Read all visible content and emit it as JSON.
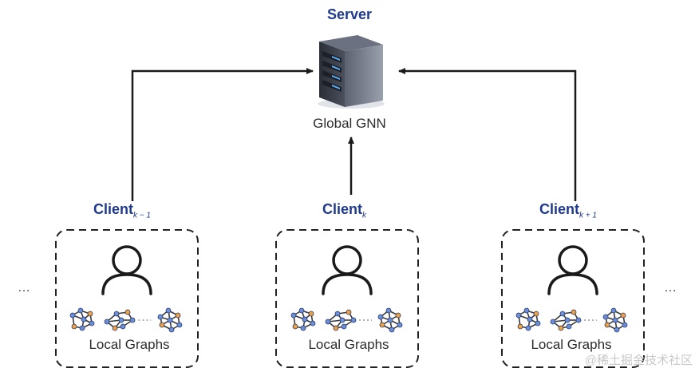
{
  "server": {
    "title": "Server",
    "model_label": "Global GNN"
  },
  "clients": [
    {
      "name": "Client",
      "subscript": "k − 1",
      "local_label": "Local Graphs"
    },
    {
      "name": "Client",
      "subscript": "k",
      "local_label": "Local Graphs"
    },
    {
      "name": "Client",
      "subscript": "k + 1",
      "local_label": "Local Graphs"
    }
  ],
  "ellipsis": "…",
  "watermark": "@稀土掘金技术社区",
  "colors": {
    "label_blue": "#1f3a8a",
    "arrow": "#1a1a1a",
    "node_blue": "#6a8fd8",
    "node_orange": "#f0a040",
    "dashed_border": "#222222"
  }
}
